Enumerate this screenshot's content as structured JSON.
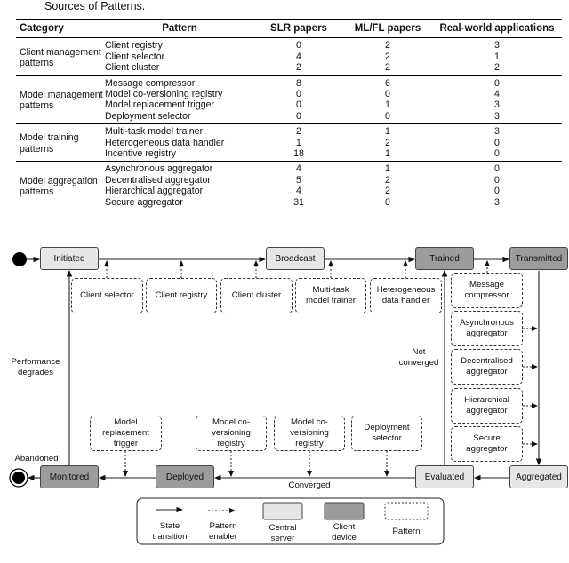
{
  "caption": "Sources of Patterns.",
  "table": {
    "headers": [
      "Category",
      "Pattern",
      "SLR papers",
      "ML/FL papers",
      "Real-world applications"
    ],
    "groups": [
      {
        "category": "Client management patterns",
        "rows": [
          [
            "Client registry",
            "0",
            "2",
            "3"
          ],
          [
            "Client selector",
            "4",
            "2",
            "1"
          ],
          [
            "Client cluster",
            "2",
            "2",
            "2"
          ]
        ]
      },
      {
        "category": "Model management patterns",
        "rows": [
          [
            "Message compressor",
            "8",
            "6",
            "0"
          ],
          [
            "Model co-versioning registry",
            "0",
            "0",
            "4"
          ],
          [
            "Model replacement trigger",
            "0",
            "1",
            "3"
          ],
          [
            "Deployment selector",
            "0",
            "0",
            "3"
          ]
        ]
      },
      {
        "category": "Model training patterns",
        "rows": [
          [
            "Multi-task model trainer",
            "2",
            "1",
            "3"
          ],
          [
            "Heterogeneous data handler",
            "1",
            "2",
            "0"
          ],
          [
            "Incentive registry",
            "18",
            "1",
            "0"
          ]
        ]
      },
      {
        "category": "Model aggregation patterns",
        "rows": [
          [
            "Asynchronous aggregator",
            "4",
            "1",
            "0"
          ],
          [
            "Decentralised aggregator",
            "5",
            "2",
            "0"
          ],
          [
            "Hierarchical aggregator",
            "4",
            "2",
            "0"
          ],
          [
            "Secure aggregator",
            "31",
            "0",
            "3"
          ]
        ]
      }
    ]
  },
  "diagram": {
    "states": {
      "initiated": "Initiated",
      "broadcast": "Broadcast",
      "trained": "Trained",
      "transmitted": "Transmitted",
      "aggregated": "Aggregated",
      "evaluated": "Evaluated",
      "deployed": "Deployed",
      "monitored": "Monitored"
    },
    "patterns": {
      "client_selector": "Client selector",
      "client_registry": "Client registry",
      "client_cluster": "Client cluster",
      "multi_task": "Multi-task model trainer",
      "heterogeneous": "Heterogeneous data handler",
      "message_compressor": "Message compressor",
      "asynchronous": "Asynchronous aggregator",
      "decentralised": "Decentralised aggregator",
      "hierarchical": "Hierarchical aggregator",
      "secure": "Secure aggregator",
      "model_replacement": "Model replacement trigger",
      "co_versioning_1": "Model co-versioning registry",
      "co_versioning_2": "Model co-versioning registry",
      "deployment_selector": "Deployment selector"
    },
    "labels": {
      "performance_degrades": "Performance degrades",
      "not_converged": "Not converged",
      "converged": "Converged",
      "abandoned": "Abandoned"
    },
    "legend": {
      "state_transition": "State transition",
      "pattern_enabler": "Pattern enabler",
      "central_server": "Central server",
      "client_device": "Client device",
      "pattern": "Pattern"
    },
    "colors": {
      "central_server": "#e6e6e6",
      "client_device": "#9c9c9c"
    }
  }
}
